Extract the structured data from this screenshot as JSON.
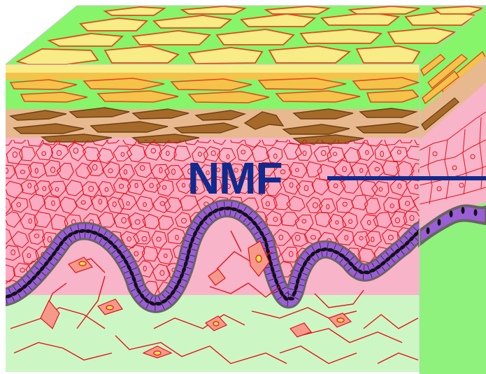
{
  "label": {
    "text": "NMF"
  },
  "colors": {
    "corneum_yellow": "#f7ec86",
    "corneum_green": "#86f56a",
    "orange_band": "#f5c24a",
    "granular_tan": "#e8b98f",
    "granule_brown": "#a5692a",
    "spinous_pink": "#f8b4c8",
    "spinous_pink_deep": "#ff9cb5",
    "cell_outline": "#e8101a",
    "basal_purple": "#9a5fd6",
    "nucleus": "#121212",
    "dermis_green": "#ccf7c4",
    "right_face_green": "#8ef27c",
    "membrane_grey": "#6a6464",
    "arrow_navy": "#102a8e",
    "fibroblast_fill": "#f59a8a",
    "fibroblast_core": "#f5e14a"
  },
  "icons": [
    "epidermis-cross-section-illustration",
    "nmf-arrow"
  ]
}
